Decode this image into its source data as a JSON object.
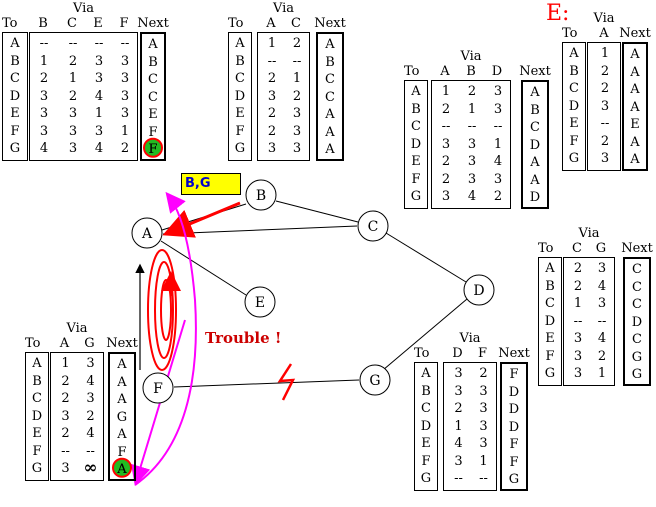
{
  "colors": {
    "trouble": "#cc0000",
    "highlight": "#ffff00",
    "highlight_text": "#0000cc",
    "magenta": "#ff00ff",
    "red": "#ff0000",
    "marker_fill": "#22bb22"
  },
  "labels": {
    "e_label": "E:",
    "update": "B,G",
    "trouble": "Trouble !"
  },
  "nodes": [
    {
      "id": "A",
      "label": "A"
    },
    {
      "id": "B",
      "label": "B"
    },
    {
      "id": "C",
      "label": "C"
    },
    {
      "id": "D",
      "label": "D"
    },
    {
      "id": "E",
      "label": "E"
    },
    {
      "id": "F",
      "label": "F"
    },
    {
      "id": "G",
      "label": "G"
    }
  ],
  "edges": [
    {
      "from": "A",
      "to": "B"
    },
    {
      "from": "A",
      "to": "C"
    },
    {
      "from": "A",
      "to": "E"
    },
    {
      "from": "B",
      "to": "C"
    },
    {
      "from": "C",
      "to": "D"
    },
    {
      "from": "D",
      "to": "G"
    },
    {
      "from": "F",
      "to": "G",
      "broken": true
    }
  ],
  "tables": [
    {
      "id": "A",
      "headers": {
        "to": "To",
        "via": "Via",
        "next": "Next"
      },
      "via_cols": [
        "B",
        "C",
        "E",
        "F"
      ],
      "to": [
        "A",
        "B",
        "C",
        "D",
        "E",
        "F",
        "G"
      ],
      "via": [
        [
          "--",
          "1",
          "2",
          "3",
          "3",
          "3",
          "4"
        ],
        [
          "--",
          "2",
          "1",
          "2",
          "3",
          "3",
          "3"
        ],
        [
          "--",
          "3",
          "3",
          "4",
          "1",
          "3",
          "4"
        ],
        [
          "--",
          "3",
          "3",
          "3",
          "3",
          "1",
          "2"
        ]
      ],
      "next": [
        "A",
        "B",
        "C",
        "C",
        "E",
        "F",
        "F"
      ],
      "marker_row": 6
    },
    {
      "id": "B",
      "headers": {
        "to": "To",
        "via": "Via",
        "next": "Next"
      },
      "via_cols": [
        "A",
        "C"
      ],
      "to": [
        "A",
        "B",
        "C",
        "D",
        "E",
        "F",
        "G"
      ],
      "via": [
        [
          "1",
          "--",
          "2",
          "3",
          "2",
          "2",
          "3"
        ],
        [
          "2",
          "--",
          "1",
          "2",
          "3",
          "3",
          "3"
        ]
      ],
      "next": [
        "A",
        "B",
        "C",
        "C",
        "A",
        "A",
        "A"
      ]
    },
    {
      "id": "C",
      "headers": {
        "to": "To",
        "via": "Via",
        "next": "Next"
      },
      "via_cols": [
        "A",
        "B",
        "D"
      ],
      "to": [
        "A",
        "B",
        "C",
        "D",
        "E",
        "F",
        "G"
      ],
      "via": [
        [
          "1",
          "2",
          "--",
          "3",
          "2",
          "2",
          "3"
        ],
        [
          "2",
          "1",
          "--",
          "3",
          "3",
          "3",
          "4"
        ],
        [
          "3",
          "3",
          "--",
          "1",
          "4",
          "3",
          "2"
        ]
      ],
      "next": [
        "A",
        "B",
        "C",
        "D",
        "A",
        "A",
        "D"
      ]
    },
    {
      "id": "E",
      "headers": {
        "to": "To",
        "via": "Via",
        "next": "Next"
      },
      "via_cols": [
        "A"
      ],
      "to": [
        "A",
        "B",
        "C",
        "D",
        "E",
        "F",
        "G"
      ],
      "via": [
        [
          "1",
          "2",
          "2",
          "3",
          "--",
          "2",
          "3"
        ]
      ],
      "next": [
        "A",
        "A",
        "A",
        "A",
        "E",
        "A",
        "A"
      ]
    },
    {
      "id": "D",
      "headers": {
        "to": "To",
        "via": "Via",
        "next": "Next"
      },
      "via_cols": [
        "C",
        "G"
      ],
      "to": [
        "A",
        "B",
        "C",
        "D",
        "E",
        "F",
        "G"
      ],
      "via": [
        [
          "2",
          "2",
          "1",
          "--",
          "3",
          "3",
          "3"
        ],
        [
          "3",
          "4",
          "3",
          "--",
          "4",
          "2",
          "1"
        ]
      ],
      "next": [
        "C",
        "C",
        "C",
        "D",
        "C",
        "G",
        "G"
      ]
    },
    {
      "id": "F",
      "headers": {
        "to": "To",
        "via": "Via",
        "next": "Next"
      },
      "via_cols": [
        "A",
        "G"
      ],
      "to": [
        "A",
        "B",
        "C",
        "D",
        "E",
        "F",
        "G"
      ],
      "via": [
        [
          "1",
          "2",
          "2",
          "3",
          "2",
          "--",
          "3"
        ],
        [
          "3",
          "4",
          "3",
          "2",
          "4",
          "--",
          "∞"
        ]
      ],
      "next": [
        "A",
        "A",
        "A",
        "G",
        "A",
        "F",
        "A"
      ],
      "marker_row": 6
    },
    {
      "id": "G",
      "headers": {
        "to": "To",
        "via": "Via",
        "next": "Next"
      },
      "via_cols": [
        "D",
        "F"
      ],
      "to": [
        "A",
        "B",
        "C",
        "D",
        "E",
        "F",
        "G"
      ],
      "via": [
        [
          "3",
          "3",
          "2",
          "1",
          "4",
          "3",
          "--"
        ],
        [
          "2",
          "3",
          "3",
          "3",
          "3",
          "1",
          "--"
        ]
      ],
      "next": [
        "F",
        "D",
        "D",
        "D",
        "F",
        "F",
        "G"
      ]
    }
  ]
}
